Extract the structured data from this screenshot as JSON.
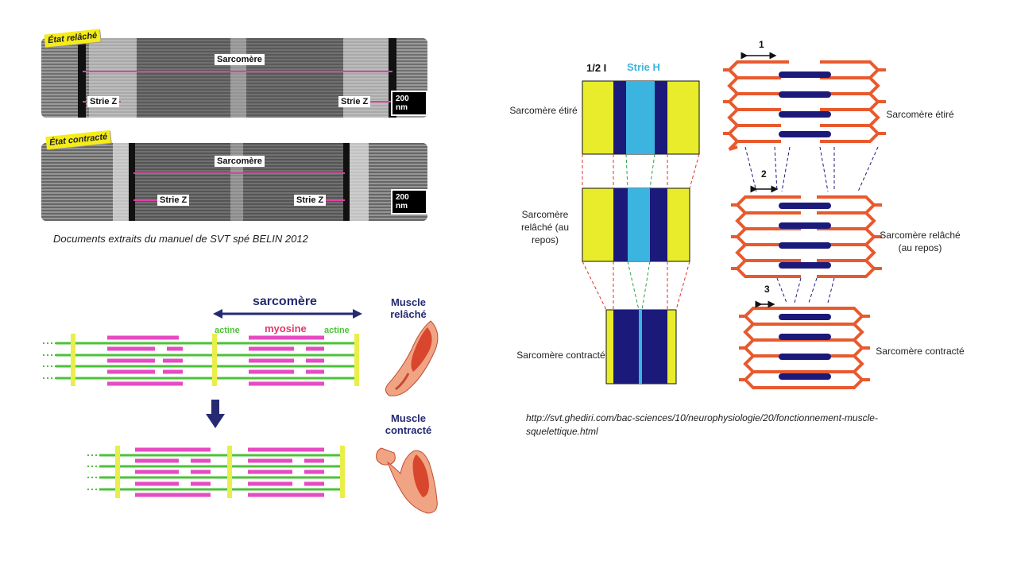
{
  "micrographs": {
    "relaxed": {
      "tag": "État relâché",
      "sarcomere": "Sarcomère",
      "z_left": "Strie Z",
      "z_right": "Strie Z",
      "scale": "200 nm"
    },
    "contracted": {
      "tag": "État contracté",
      "sarcomere": "Sarcomère",
      "z_left": "Strie Z",
      "z_right": "Strie Z",
      "scale": "200 nm"
    },
    "caption": "Documents extraits du manuel de SVT spé BELIN 2012"
  },
  "bottom_diagram": {
    "sarcomere_label": "sarcomère",
    "actine_left": "actine",
    "myosine": "myosine",
    "actine_right": "actine",
    "muscle_relaxed": "Muscle relâché",
    "muscle_contracted": "Muscle contracté"
  },
  "right_diagram": {
    "half_i": "1/2 I",
    "strie_h": "Strie H",
    "labels_left": [
      "Sarcomère étiré",
      "Sarcomère relâché (au repos)",
      "Sarcomère contracté"
    ],
    "labels_right": [
      "Sarcomère étiré",
      "Sarcomère relâché (au repos)",
      "Sarcomère contracté"
    ],
    "numbers": [
      "1",
      "2",
      "3"
    ],
    "url": "http://svt.ghediri.com/bac-sciences/10/neurophysiologie/20/fonctionnement-muscle-squelettique.html"
  },
  "colors": {
    "yellow": "#e8ec2a",
    "navy": "#1b1a7a",
    "cyan": "#3bb4e0",
    "actin_orange": "#e85a2e",
    "myosin_pink": "#e64bc3",
    "actin_green": "#4cc23a",
    "zline_yellow": "#e9ee4a"
  }
}
